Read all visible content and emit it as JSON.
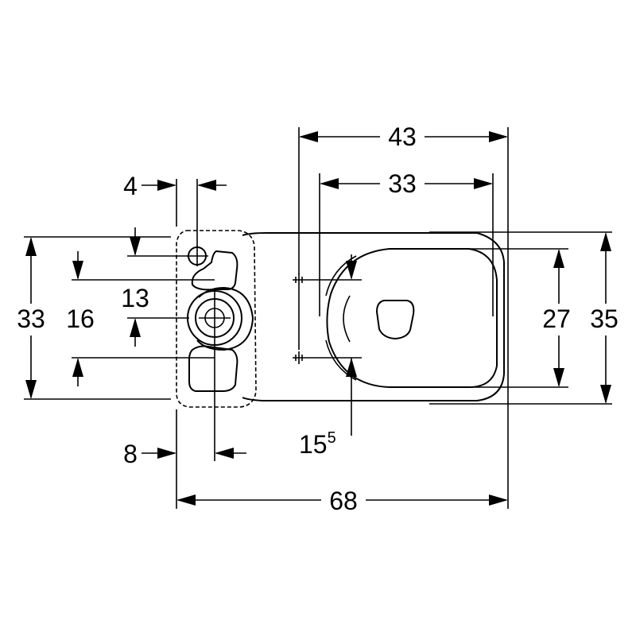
{
  "dimensions": {
    "overall_length": "68",
    "bowl_length": "43",
    "seat_length": "33",
    "tank_left_offset": "4",
    "drain_offset": "8",
    "fixing_offset_main": "15",
    "fixing_offset_sup": "5",
    "overall_depth": "35",
    "seat_width": "27",
    "tank_depth": "33",
    "drain_height": "16",
    "inlet_height": "13"
  }
}
